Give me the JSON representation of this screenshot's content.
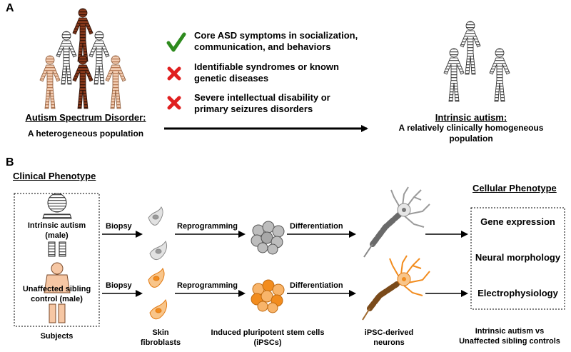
{
  "panel_a": {
    "label": "A",
    "criteria": [
      {
        "mark": "check",
        "lines": [
          "Core ASD symptoms in socialization,",
          "communication, and behaviors"
        ]
      },
      {
        "mark": "cross",
        "lines": [
          "Identifiable syndromes or known",
          "genetic diseases"
        ]
      },
      {
        "mark": "cross",
        "lines": [
          "Severe intellectual disability or",
          "primary seizures disorders"
        ]
      }
    ],
    "left_title": "Autism Spectrum Disorder:",
    "left_sub": "A heterogeneous population",
    "right_title": "Intrinsic autism:",
    "right_sub_1": "A relatively clinically homogeneous",
    "right_sub_2": "population",
    "colors": {
      "check": "#2e8b1e",
      "cross": "#e02020",
      "dark": "#8a3a1c",
      "light": "#e7b89a",
      "grey": "#d0d0d0"
    }
  },
  "panel_b": {
    "label": "B",
    "clinical_phenotype": "Clinical Phenotype",
    "cellular_phenotype": "Cellular Phenotype",
    "subject_autism_1": "Intrinsic autism",
    "subject_autism_2": "(male)",
    "subject_control_1": "Unaffected sibling",
    "subject_control_2": "control (male)",
    "subjects_caption": "Subjects",
    "arrow_biopsy": "Biopsy",
    "arrow_reprogramming": "Reprogramming",
    "arrow_differentiation": "Differentiation",
    "caption_skin_1": "Skin",
    "caption_skin_2": "fibroblasts",
    "caption_ipsc_1": "Induced pluripotent stem cells",
    "caption_ipsc_2": "(iPSCs)",
    "caption_neurons_1": "iPSC-derived",
    "caption_neurons_2": "neurons",
    "outcomes": [
      "Gene expression",
      "Neural morphology",
      "Electrophysiology"
    ],
    "comparison_1": "Intrinsic autism vs",
    "comparison_2": "Unaffected sibling controls",
    "colors": {
      "orange": "#f28c1e",
      "orange_light": "#f8c58a",
      "grey": "#b8b8b8",
      "skin": "#f6c7a4"
    }
  }
}
